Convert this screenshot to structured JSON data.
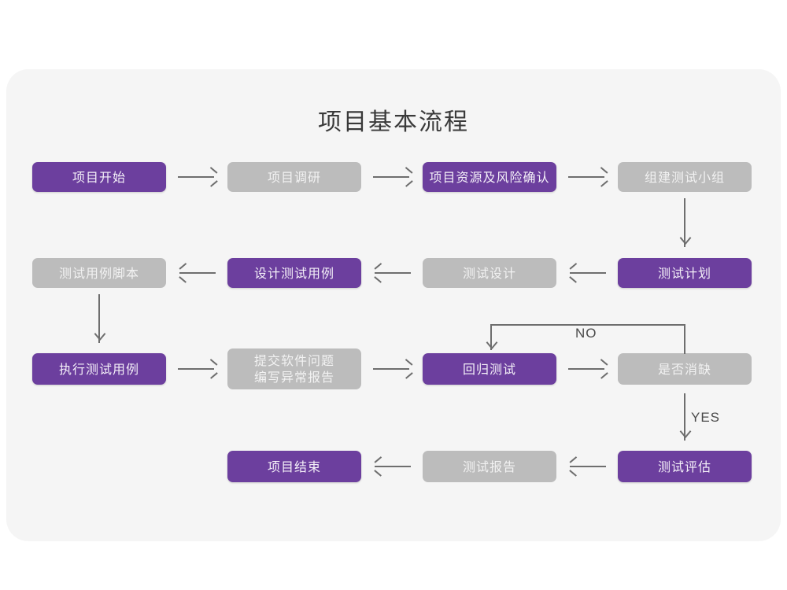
{
  "page": {
    "title": "项目基本流程",
    "background_color": "#ffffff",
    "card_color": "#f5f5f5"
  },
  "palette": {
    "primary": "#6c3f9e",
    "secondary": "#bcbcbc",
    "connector": "#6e6e6e",
    "text_on_primary": "#f4f0f8",
    "text_on_secondary": "#f2f2f2",
    "title_text": "#3a3a3a"
  },
  "flow": {
    "nodes": [
      {
        "id": "n1",
        "label": "项目开始",
        "style": "purple"
      },
      {
        "id": "n2",
        "label": "项目调研",
        "style": "gray"
      },
      {
        "id": "n3",
        "label": "项目资源及风险确认",
        "style": "purple"
      },
      {
        "id": "n4",
        "label": "组建测试小组",
        "style": "gray"
      },
      {
        "id": "n5",
        "label": "测试计划",
        "style": "purple"
      },
      {
        "id": "n6",
        "label": "测试设计",
        "style": "gray"
      },
      {
        "id": "n7",
        "label": "设计测试用例",
        "style": "purple"
      },
      {
        "id": "n8",
        "label": "测试用例脚本",
        "style": "gray"
      },
      {
        "id": "n9",
        "label": "执行测试用例",
        "style": "purple"
      },
      {
        "id": "n10",
        "label": "提交软件问题\n编写异常报告",
        "style": "gray"
      },
      {
        "id": "n11",
        "label": "回归测试",
        "style": "purple"
      },
      {
        "id": "n12",
        "label": "是否消缺",
        "style": "gray"
      },
      {
        "id": "n13",
        "label": "测试评估",
        "style": "purple"
      },
      {
        "id": "n14",
        "label": "测试报告",
        "style": "gray"
      },
      {
        "id": "n15",
        "label": "项目结束",
        "style": "purple"
      }
    ],
    "edge_labels": {
      "no": "NO",
      "yes": "YES"
    }
  }
}
